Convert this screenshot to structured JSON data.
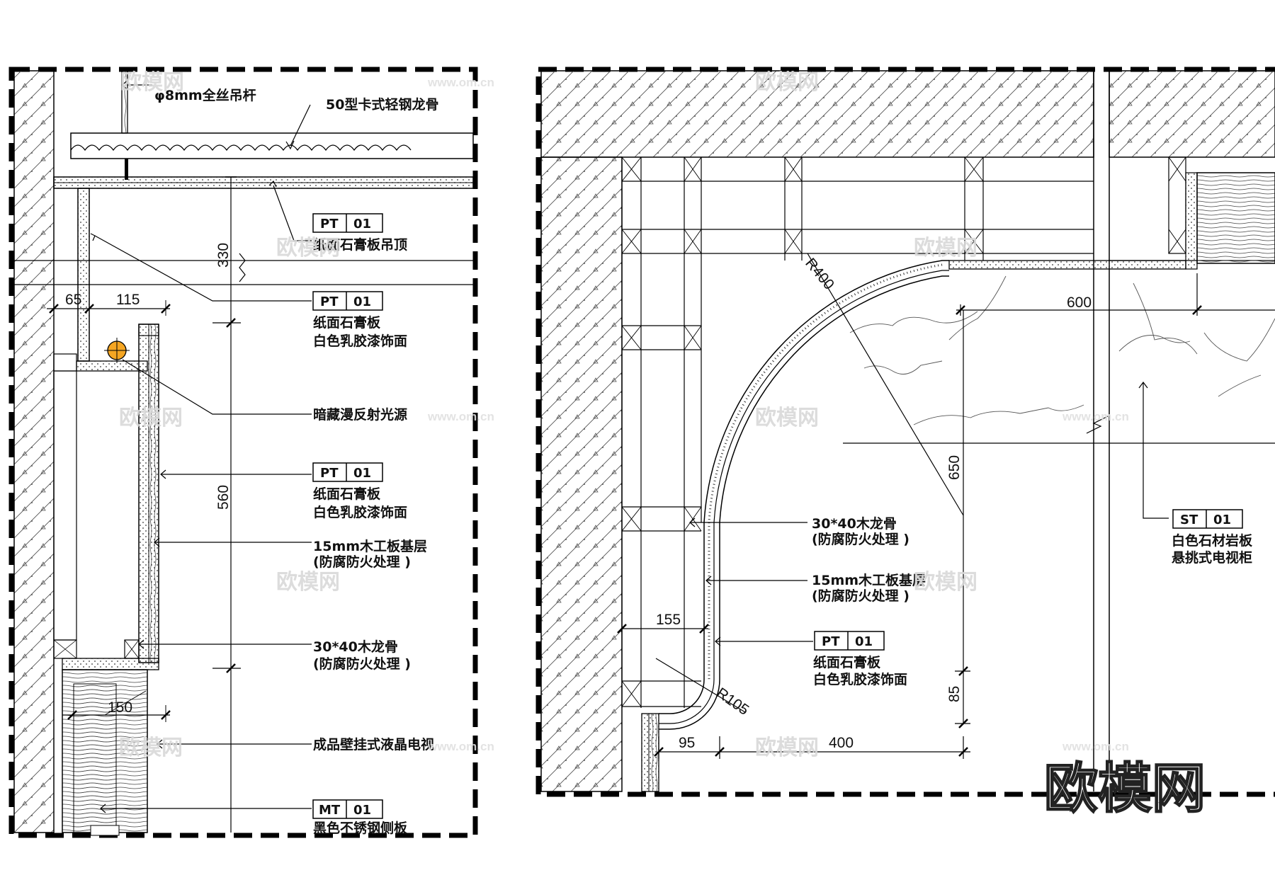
{
  "colors": {
    "line": "#111111",
    "light_marker": "#f5a623",
    "watermark": "#d9d9d9"
  },
  "left": {
    "labels": {
      "rod": "φ8mm全丝吊杆",
      "keel50": "50型卡式轻钢龙骨",
      "ceiling": "纸面石膏板吊顶",
      "gypsum": "纸面石膏板",
      "latex": "白色乳胶漆饰面",
      "hidden_light": "暗藏漫反射光源",
      "gypsum2": "纸面石膏板",
      "latex2": "白色乳胶漆饰面",
      "board15": "15mm木工板基层",
      "fire1": "(防腐防火处理 )",
      "keel3040": "30*40木龙骨",
      "fire2": "(防腐防火处理 )",
      "tv": "成品壁挂式液晶电视",
      "steel": "黑色不锈钢侧板"
    },
    "tags": {
      "pt_code": "PT",
      "pt_num": "01",
      "mt_code": "MT",
      "mt_num": "01"
    },
    "dims": {
      "d330": "330",
      "d65": "65",
      "d115": "115",
      "d560": "560",
      "d150": "150"
    }
  },
  "right": {
    "labels": {
      "keel3040": "30*40木龙骨",
      "fire1": "(防腐防火处理 )",
      "board15": "15mm木工板基层",
      "fire2": "(防腐防火处理 )",
      "gypsum": "纸面石膏板",
      "latex": "白色乳胶漆饰面",
      "stone": "白色石材岩板",
      "cantilever": "悬挑式电视柜"
    },
    "tags": {
      "pt_code": "PT",
      "pt_num": "01",
      "st_code": "ST",
      "st_num": "01"
    },
    "dims": {
      "r400": "R400",
      "r105": "R105",
      "d600": "600",
      "d650": "650",
      "d155": "155",
      "d85": "85",
      "d95": "95",
      "d400": "400"
    }
  },
  "watermark": {
    "text": "欧模网",
    "url": "www.om.cn",
    "logo": "欧模网"
  }
}
